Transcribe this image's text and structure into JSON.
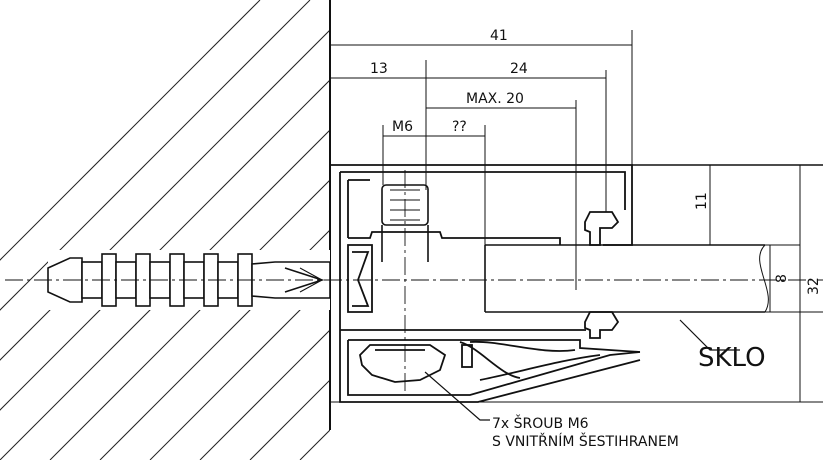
{
  "dimensions": {
    "d41": "41",
    "d13": "13",
    "d24": "24",
    "max20": "MAX. 20",
    "m6": "M6",
    "unknown": "??",
    "d11": "11",
    "d8": "8",
    "d32": "32"
  },
  "labels": {
    "glass": "SKLO",
    "screw_line1": "7x ŠROUB M6",
    "screw_line2": "S VNITŘNÍM ŠESTIHRANEM"
  }
}
